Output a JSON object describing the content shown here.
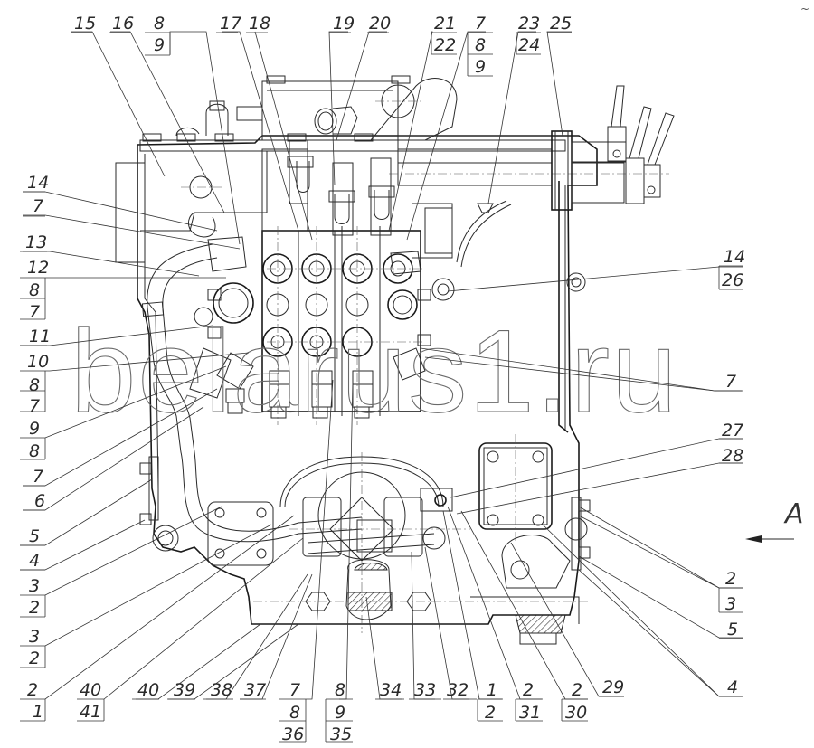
{
  "drawing": {
    "title": "Hydraulic distributor assembly (assembly drawing)",
    "watermark": "belarus1.ru",
    "view_marker": "A",
    "corner_mark": "~"
  },
  "callouts": [
    {
      "id": "c15",
      "lines": [
        "15"
      ]
    },
    {
      "id": "c16",
      "lines": [
        "16"
      ]
    },
    {
      "id": "c8-9-top",
      "lines": [
        "8",
        "9"
      ]
    },
    {
      "id": "c17",
      "lines": [
        "17"
      ]
    },
    {
      "id": "c18",
      "lines": [
        "18"
      ]
    },
    {
      "id": "c19",
      "lines": [
        "19"
      ]
    },
    {
      "id": "c20",
      "lines": [
        "20"
      ]
    },
    {
      "id": "c21-22",
      "lines": [
        "21",
        "22"
      ]
    },
    {
      "id": "c7-8-9-top",
      "lines": [
        "7",
        "8",
        "9"
      ]
    },
    {
      "id": "c23-24",
      "lines": [
        "23",
        "24"
      ]
    },
    {
      "id": "c25",
      "lines": [
        "25"
      ]
    },
    {
      "id": "c14-left",
      "lines": [
        "14"
      ]
    },
    {
      "id": "c7-left-a",
      "lines": [
        "7"
      ]
    },
    {
      "id": "c13",
      "lines": [
        "13"
      ]
    },
    {
      "id": "c12-8-7",
      "lines": [
        "12",
        "8",
        "7"
      ]
    },
    {
      "id": "c11",
      "lines": [
        "11"
      ]
    },
    {
      "id": "c10-8-7",
      "lines": [
        "10",
        "8",
        "7"
      ]
    },
    {
      "id": "c9-8",
      "lines": [
        "9",
        "8"
      ]
    },
    {
      "id": "c7-left-b",
      "lines": [
        "7"
      ]
    },
    {
      "id": "c6",
      "lines": [
        "6"
      ]
    },
    {
      "id": "c5-left",
      "lines": [
        "5"
      ]
    },
    {
      "id": "c4-left",
      "lines": [
        "4"
      ]
    },
    {
      "id": "c3-2-a",
      "lines": [
        "3",
        "2"
      ]
    },
    {
      "id": "c3-2-b",
      "lines": [
        "3",
        "2"
      ]
    },
    {
      "id": "c2-1",
      "lines": [
        "2",
        "1"
      ]
    },
    {
      "id": "c40-41",
      "lines": [
        "40",
        "41"
      ]
    },
    {
      "id": "c40",
      "lines": [
        "40"
      ]
    },
    {
      "id": "c39",
      "lines": [
        "39"
      ]
    },
    {
      "id": "c38",
      "lines": [
        "38"
      ]
    },
    {
      "id": "c37",
      "lines": [
        "37"
      ]
    },
    {
      "id": "c7-8-36",
      "lines": [
        "7",
        "8",
        "36"
      ]
    },
    {
      "id": "c8-9-35",
      "lines": [
        "8",
        "9",
        "35"
      ]
    },
    {
      "id": "c34",
      "lines": [
        "34"
      ]
    },
    {
      "id": "c33",
      "lines": [
        "33"
      ]
    },
    {
      "id": "c32",
      "lines": [
        "32"
      ]
    },
    {
      "id": "c1-2",
      "lines": [
        "1",
        "2"
      ]
    },
    {
      "id": "c2-31",
      "lines": [
        "2",
        "31"
      ]
    },
    {
      "id": "c2-30",
      "lines": [
        "2",
        "30"
      ]
    },
    {
      "id": "c29",
      "lines": [
        "29"
      ]
    },
    {
      "id": "c4-right",
      "lines": [
        "4"
      ]
    },
    {
      "id": "c5-right",
      "lines": [
        "5"
      ]
    },
    {
      "id": "c2-3-right",
      "lines": [
        "2",
        "3"
      ]
    },
    {
      "id": "c28",
      "lines": [
        "28"
      ]
    },
    {
      "id": "c27",
      "lines": [
        "27"
      ]
    },
    {
      "id": "c7-right",
      "lines": [
        "7"
      ]
    },
    {
      "id": "c14-26",
      "lines": [
        "14",
        "26"
      ]
    }
  ]
}
